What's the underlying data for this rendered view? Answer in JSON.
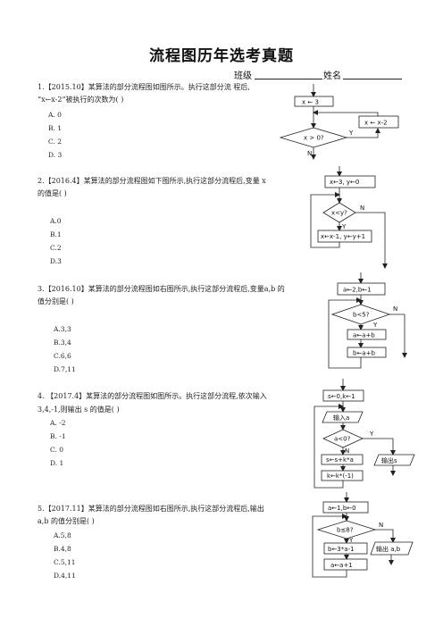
{
  "title": "流程图历年选考真题",
  "class_label": "班级",
  "name_label": "姓名",
  "questions": [
    {
      "line1": "1.【2015.10】某算法的部分流程图如图所示。执行这部分流 程后,",
      "line2": "“x←x-2”被执行的次数为(          )",
      "options": [
        "A. 0",
        "B. 1",
        "C. 2",
        "D. 3"
      ],
      "flow": {
        "box1": "x ← 3",
        "box2": "x ← x-2",
        "cond": "x > 0?",
        "yes": "Y",
        "no": "N"
      }
    },
    {
      "line1": "2.【2016.4】某算法的部分流程图如下图所示,执行这部分流程后,变量 x",
      "line2": "的值是(          )",
      "options": [
        "A.0",
        "B.1",
        "C.2",
        "D.3"
      ],
      "flow": {
        "box1": "x←3, y←0",
        "cond": "x<y?",
        "box2": "x←x-1, y←y+1",
        "yes": "Y",
        "no": "N"
      }
    },
    {
      "line1": "3.【2016.10】某算法的部分流程图如右图所示,执行这部分流程后,变量a,b 的",
      "line2": "值分别是(          )",
      "options": [
        "A.3,3",
        "B.3,4",
        "C.6,6",
        "D.7,11"
      ],
      "flow": {
        "box1": "a←2,b←1",
        "cond": "b<5?",
        "box2": "a←a+b",
        "box3": "b←a+b",
        "yes": "Y",
        "no": "N"
      }
    },
    {
      "line1": "4. 【2017.4】某算法的部分流程图如图所示。执行这部分流程,依次输入",
      "line2": "3,4,-1,则输出 s 的值是(          )",
      "options": [
        "A. -2",
        "B. -1",
        "C. 0",
        "D. 1"
      ],
      "flow": {
        "box1": "s←0,k←1",
        "input": "输入a",
        "cond": "a<0?",
        "box2": "s←s+k*a",
        "box3": "k←k*(-1)",
        "output": "输出s",
        "yes": "Y",
        "no": "N"
      }
    },
    {
      "line1": "5.【2017.11】某算法的部分流程图如右图所示,执行这部分流程后,输出",
      "line2": "a,b 的值分别是(          )",
      "options": [
        "A.5,8",
        "B.4,8",
        "C.5,11",
        "D.4,11"
      ],
      "flow": {
        "box1": "a←1,b←0",
        "cond": "b≤8?",
        "box2": "b←3*a-1",
        "box3": "a←a+1",
        "output": "输出 a,b",
        "yes": "Y",
        "no": "N"
      }
    }
  ]
}
